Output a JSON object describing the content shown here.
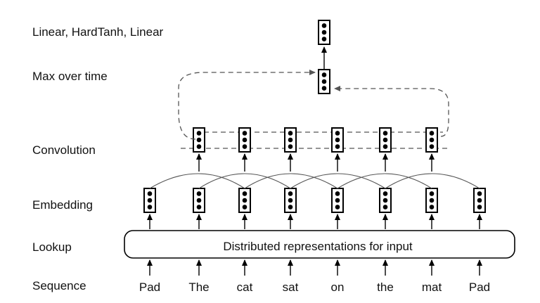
{
  "layers": {
    "linear": "Linear, HardTanh, Linear",
    "max": "Max over time",
    "conv": "Convolution",
    "embedding": "Embedding",
    "lookup": "Lookup",
    "sequence": "Sequence"
  },
  "lookup_box": "Distributed representations for input",
  "tokens": [
    "Pad",
    "The",
    "cat",
    "sat",
    "on",
    "the",
    "mat",
    "Pad"
  ],
  "colors": {
    "stroke": "#000000",
    "dashed": "#555555",
    "arc": "#555555"
  }
}
